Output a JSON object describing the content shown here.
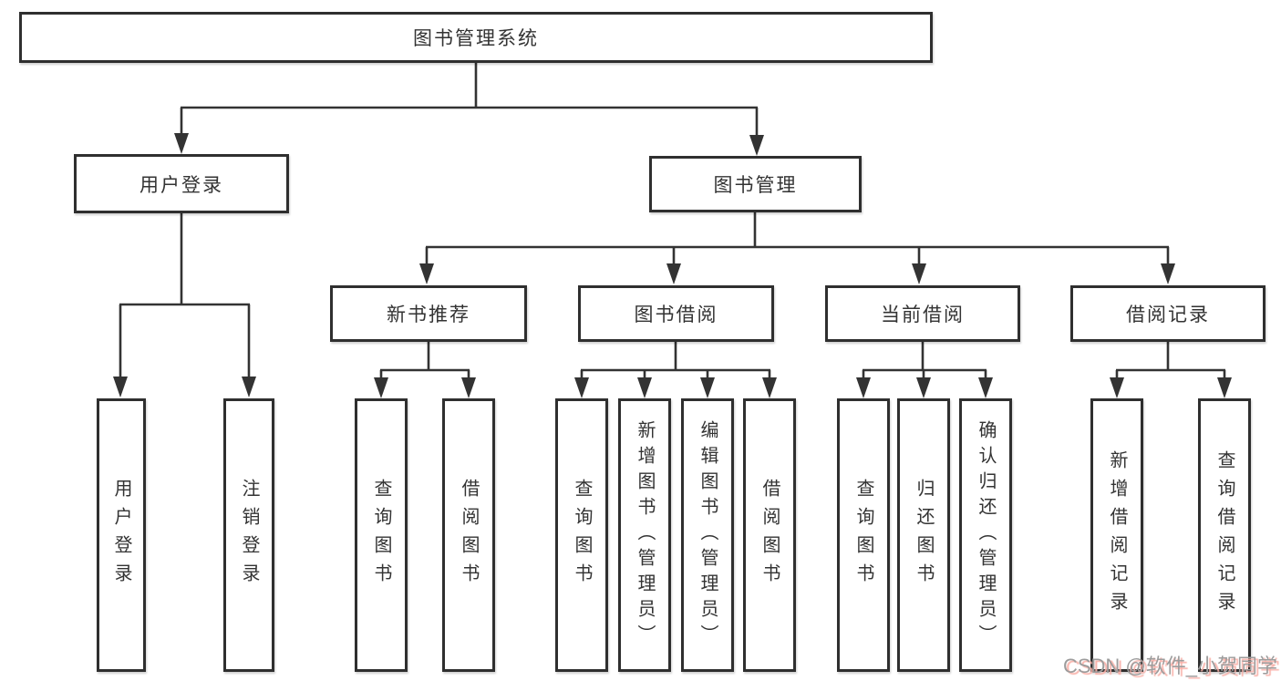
{
  "tree": {
    "root": {
      "label": "图书管理系统"
    },
    "login": {
      "label": "用户登录",
      "children": [
        {
          "label": "用户登录"
        },
        {
          "label": "注销登录"
        }
      ]
    },
    "mgmt": {
      "label": "图书管理",
      "groups": [
        {
          "label": "新书推荐",
          "children": [
            {
              "label": "查询图书"
            },
            {
              "label": "借阅图书"
            }
          ]
        },
        {
          "label": "图书借阅",
          "children": [
            {
              "label": "查询图书"
            },
            {
              "label": "新增图书（管理员）"
            },
            {
              "label": "编辑图书（管理员）"
            },
            {
              "label": "借阅图书"
            }
          ]
        },
        {
          "label": "当前借阅",
          "children": [
            {
              "label": "查询图书"
            },
            {
              "label": "归还图书"
            },
            {
              "label": "确认归还（管理员）"
            }
          ]
        },
        {
          "label": "借阅记录",
          "children": [
            {
              "label": "新增借阅记录"
            },
            {
              "label": "查询借阅记录"
            }
          ]
        }
      ]
    }
  },
  "watermark": {
    "text": "CSDN @软件_小贺同学"
  },
  "colors": {
    "line": "#333333",
    "box_border": "#2f2f2f",
    "text": "#333333",
    "background": "#ffffff",
    "watermark_text": "#9c9c9c",
    "watermark_shadow": "#f9b0a8"
  }
}
